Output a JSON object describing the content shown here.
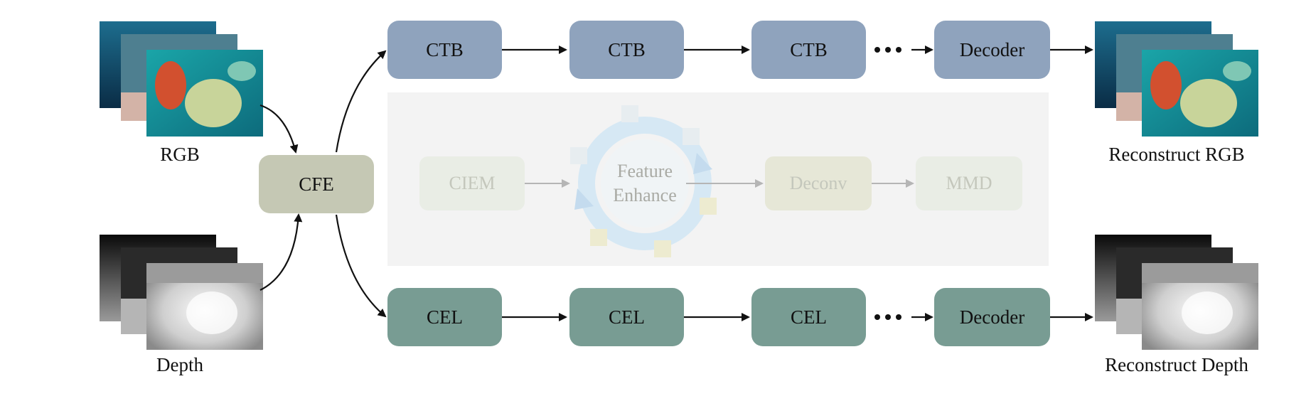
{
  "inputs": {
    "rgb_label": "RGB",
    "depth_label": "Depth"
  },
  "outputs": {
    "rgb_label": "Reconstruct RGB",
    "depth_label": "Reconstruct Depth"
  },
  "cfe": {
    "label": "CFE"
  },
  "top_branch": {
    "blocks": [
      "CTB",
      "CTB",
      "CTB"
    ],
    "decoder": "Decoder"
  },
  "bottom_branch": {
    "blocks": [
      "CEL",
      "CEL",
      "CEL"
    ],
    "decoder": "Decoder"
  },
  "enhance_panel": {
    "ciem": "CIEM",
    "feature_enhance_line1": "Feature",
    "feature_enhance_line2": "Enhance",
    "deconv": "Deconv",
    "mmd": "MMD"
  },
  "colors": {
    "ctb_fill": "#8fa3bd",
    "cel_fill": "#789c93",
    "cfe_fill": "#c5c8b4",
    "panel_fill": "#f3f3f3",
    "ring": "#bfe0f5"
  }
}
